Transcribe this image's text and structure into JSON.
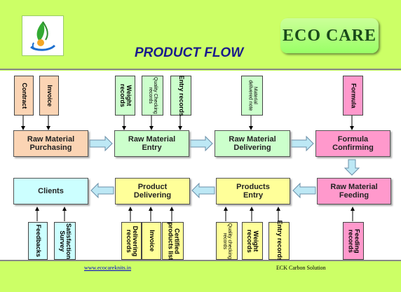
{
  "header": {
    "brand": "ECO CARE",
    "title": "PRODUCT FLOW"
  },
  "colors": {
    "background": "#ccff66",
    "orange": "#fbd4b4",
    "green": "#ccffcc",
    "pink": "#ff99cc",
    "blue": "#ccffff",
    "yellow": "#ffff99"
  },
  "records_top": {
    "contract": "Contract",
    "invoice": "Invoice",
    "weight": "Weight\nrecords",
    "quality": "Quality Checking\nrecords",
    "entry": "Entry records",
    "material_note": "Material\ndelivered note",
    "formula": "Formula"
  },
  "process": {
    "rm_purchasing": "Raw Material\nPurchasing",
    "rm_entry": "Raw Material\nEntry",
    "rm_delivering": "Raw Material\nDelivering",
    "formula_confirming": "Formula\nConfirming",
    "clients": "Clients",
    "product_delivering": "Product\nDelivering",
    "products_entry": "Products\nEntry",
    "rm_feeding": "Raw Material\nFeeding"
  },
  "records_bottom": {
    "feedbacks": "Feedbacks",
    "satisfaction": "Satisfaction\nSurvey",
    "delivering": "Delivering\nrecords",
    "invoice": "Invoice",
    "certified": "Certified\nproducts list",
    "quality": "Quality checking\nrecords",
    "weight": "Weight\nrecords",
    "entry": "Entry records",
    "feeding": "Feeding\nrecords"
  },
  "footer": {
    "link": "www.ecocareknits.in",
    "company": "ECK Carbon Solution"
  }
}
